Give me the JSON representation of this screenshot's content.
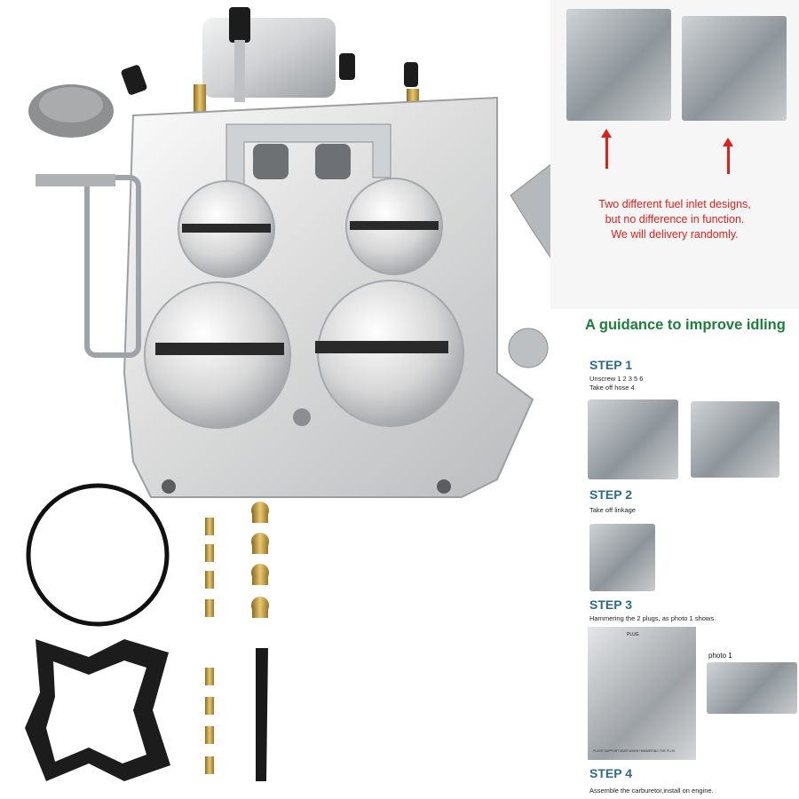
{
  "inset_note": {
    "line1": "Two different fuel inlet designs,",
    "line2": "but no difference in function.",
    "line3": "We will delivery randomly."
  },
  "guide_title": "A guidance to improve idling",
  "steps": [
    {
      "title": "STEP 1",
      "text1": "Unscrew 1 2 3 5 6",
      "text2": "Take off hose 4"
    },
    {
      "title": "STEP 2",
      "text1": "Take off linkage",
      "text2": ""
    },
    {
      "title": "STEP 3",
      "text1": "Hammering the 2 plugs, as photo 1 shows.",
      "text2": ""
    },
    {
      "title": "STEP 4",
      "text1": "Assemble the carburetor,install on engine.",
      "text2": ""
    }
  ],
  "photo1_label": "photo 1",
  "plug_label": "PLUG",
  "support_caption": "PLACE SUPPORT BASE WHEN HAMMERING THE PLUG",
  "colors": {
    "accent_red": "#e0201c",
    "guide_green": "#1e7f3a",
    "step_blue": "#2d6a86",
    "brass": "#c9a24a"
  }
}
